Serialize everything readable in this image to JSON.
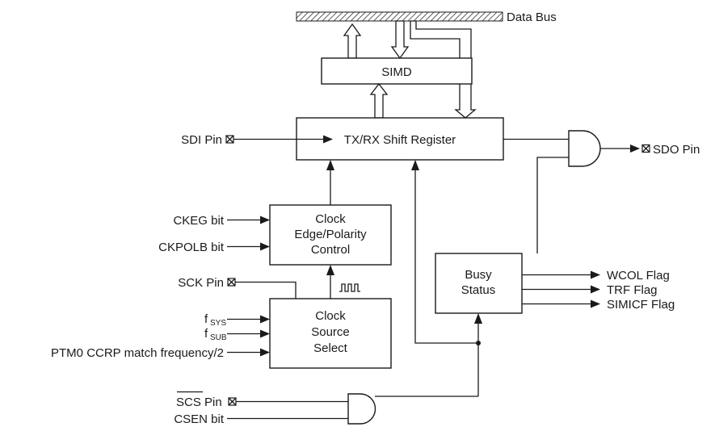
{
  "diagram": {
    "data_bus": "Data Bus",
    "simd": "SIMD",
    "shift_register": "TX/RX Shift Register",
    "sdi_pin": "SDI Pin",
    "sdo_pin": "SDO Pin",
    "clock_edge": [
      "Clock",
      "Edge/Polarity",
      "Control"
    ],
    "ckeg_bit": "CKEG bit",
    "ckpolb_bit": "CKPOLB bit",
    "sck_pin": "SCK Pin",
    "clock_source": [
      "Clock",
      "Source",
      "Select"
    ],
    "fsys": {
      "base": "f",
      "sub": "SYS"
    },
    "fsub": {
      "base": "f",
      "sub": "SUB"
    },
    "ptm": "PTM0 CCRP match frequency/2",
    "busy_status": [
      "Busy",
      "Status"
    ],
    "wcol": "WCOL Flag",
    "trf": "TRF Flag",
    "simicf": "SIMICF Flag",
    "scs_pin": {
      "overlined": "SCS",
      "rest": " Pin"
    },
    "csen_bit": "CSEN bit"
  }
}
